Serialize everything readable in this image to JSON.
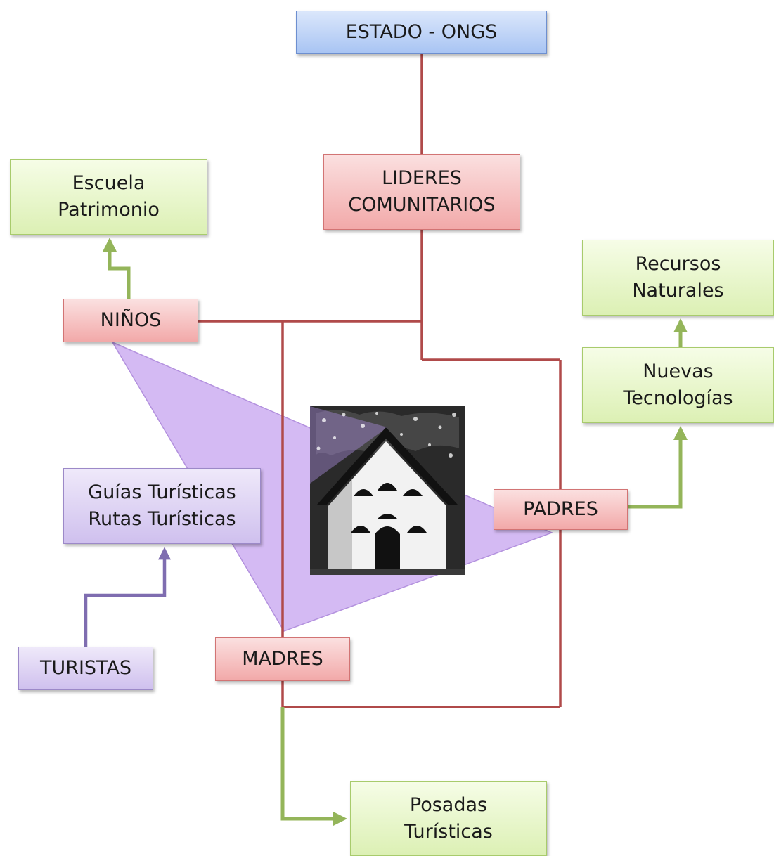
{
  "nodes": {
    "estado": {
      "lines": [
        "ESTADO - ONGS"
      ]
    },
    "lideres": {
      "lines": [
        "LIDERES",
        "COMUNITARIOS"
      ]
    },
    "escuela": {
      "lines": [
        "Escuela",
        "Patrimonio"
      ]
    },
    "ninos": {
      "lines": [
        "NIÑOS"
      ]
    },
    "recursos": {
      "lines": [
        "Recursos",
        "Naturales"
      ]
    },
    "nuevas": {
      "lines": [
        "Nuevas",
        "Tecnologías"
      ]
    },
    "padres": {
      "lines": [
        "PADRES"
      ]
    },
    "guias": {
      "lines": [
        "Guías Turísticas",
        "Rutas Turísticas"
      ]
    },
    "turistas": {
      "lines": [
        "TURISTAS"
      ]
    },
    "madres": {
      "lines": [
        "MADRES"
      ]
    },
    "posadas": {
      "lines": [
        "Posadas",
        "Turísticas"
      ]
    }
  },
  "colors": {
    "red_connector": "#b04a4a",
    "green_arrow": "#94b55a",
    "purple_arrow": "#7f6db0",
    "triangle_fill": "#c8a6f0"
  }
}
